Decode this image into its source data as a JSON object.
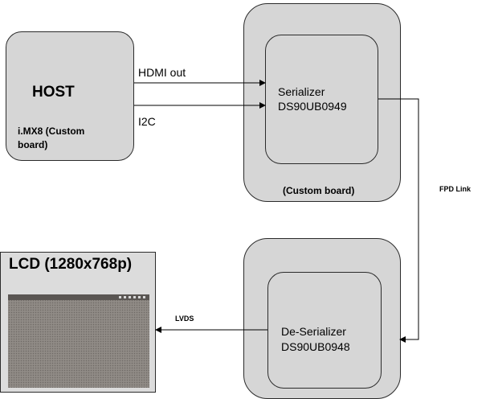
{
  "host": {
    "title": "HOST",
    "subtitle": "i.MX8 (Custom\nboard)"
  },
  "links": {
    "hdmi": "HDMI out",
    "i2c": "I2C",
    "fpd": "FPD Link",
    "lvds": "LVDS"
  },
  "serializer": {
    "name": "Serializer",
    "part": "DS90UB0949",
    "board_label": "(Custom board)"
  },
  "deserializer": {
    "name": "De-Serializer",
    "part": "DS90UB0948"
  },
  "lcd": {
    "title": "LCD (1280x768p)"
  },
  "colors": {
    "box_fill": "#d6d6d6",
    "stroke": "#2b2b2b",
    "lcd_frame": "#dcdcdc"
  }
}
